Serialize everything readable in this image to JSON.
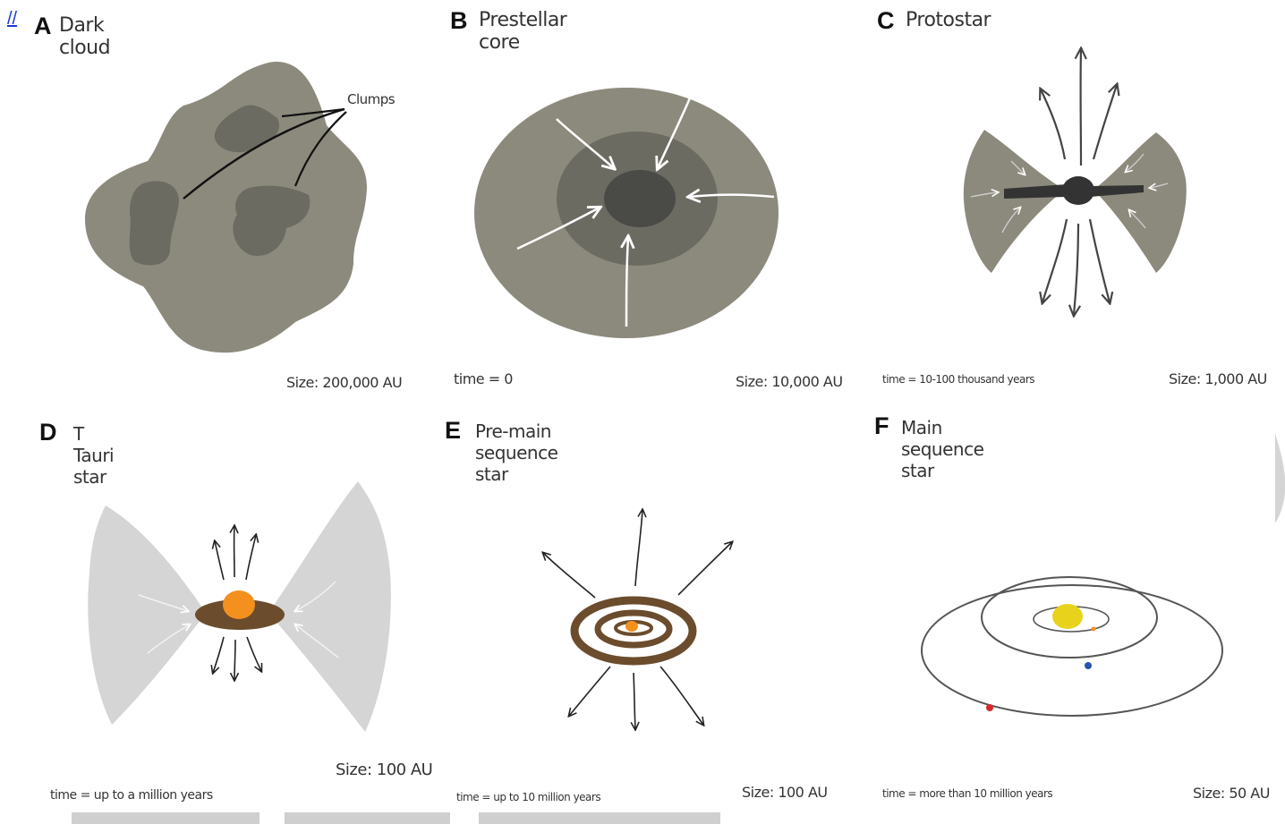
{
  "corner_link": "//",
  "panels": {
    "a": {
      "letter": "A",
      "title": "Dark cloud",
      "clump_label": "Clumps",
      "size": "Size: 200,000 AU"
    },
    "b": {
      "letter": "B",
      "title": "Prestellar core",
      "time": "time = 0",
      "size": "Size: 10,000 AU"
    },
    "c": {
      "letter": "C",
      "title": "Protostar",
      "time": "time = 10-100 thousand years",
      "size": "Size: 1,000 AU"
    },
    "d": {
      "letter": "D",
      "title": "T Tauri star",
      "time": "time = up to a million years",
      "size": "Size: 100 AU"
    },
    "e": {
      "letter": "E",
      "title": "Pre-main sequence star",
      "time": "time = up to 10 million years",
      "size": "Size: 100 AU"
    },
    "f": {
      "letter": "F",
      "title": "Main sequence star",
      "time": "time = more than 10 million years",
      "size": "Size: 50 AU"
    }
  },
  "colors": {
    "cloud": "#8c8a7c",
    "clump": "#6c6b62",
    "core_inner": "#4a4a46",
    "bipolar_light": "#d6d5d6",
    "disk_brown": "#6b4c2c",
    "protostar_orange": "#f4901e",
    "sun_yellow": "#e8d21c",
    "planet_blue": "#2a52b0",
    "planet_red": "#d42a2a"
  }
}
